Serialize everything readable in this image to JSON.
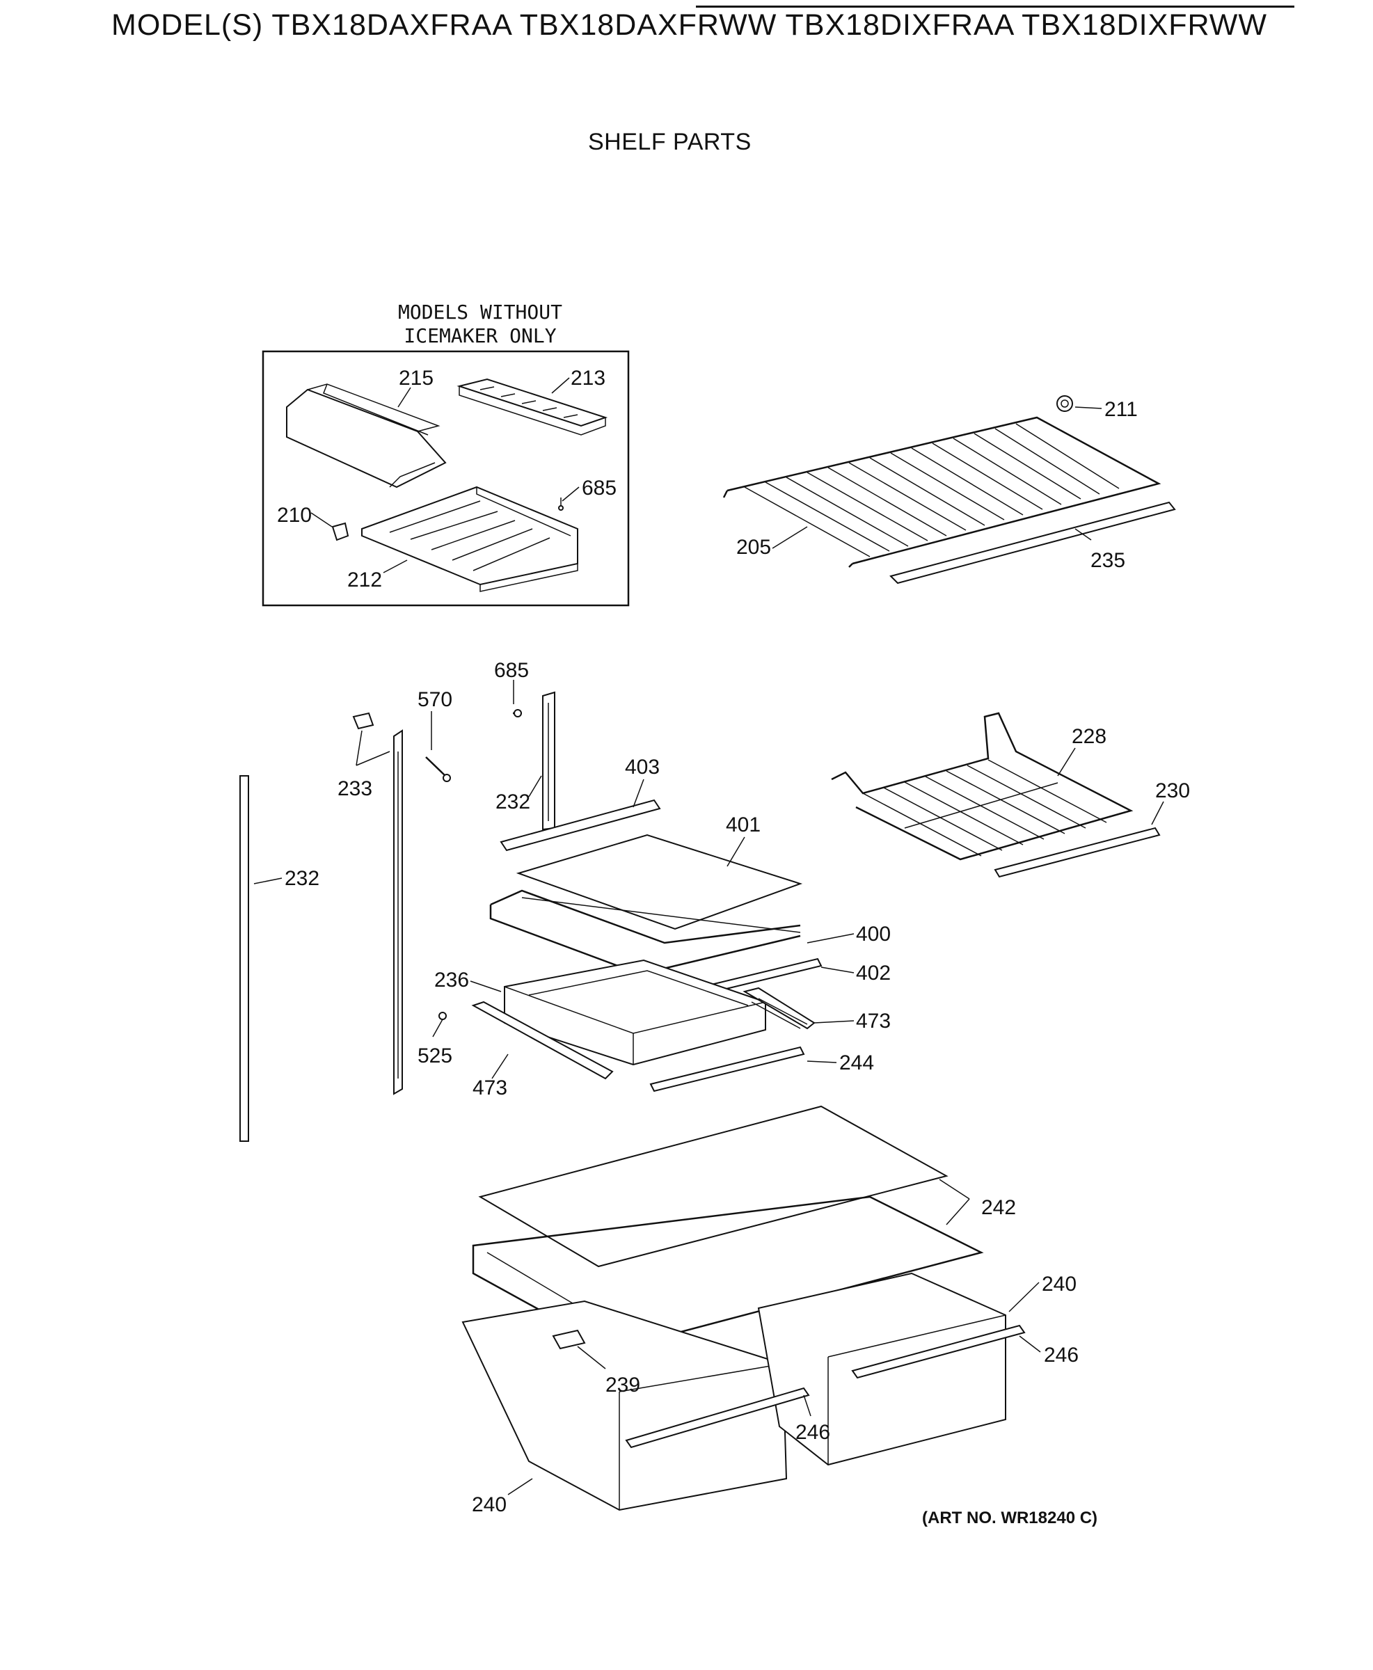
{
  "header": {
    "models": "MODEL(S) TBX18DAXFRAA  TBX18DAXFRWW  TBX18DIXFRAA  TBX18DIXFRWW",
    "section_title": "SHELF PARTS"
  },
  "inset": {
    "note_line1": "MODELS WITHOUT",
    "note_line2": "ICEMAKER ONLY"
  },
  "footer": {
    "art_no": "(ART NO. WR18240 C)"
  },
  "callouts": {
    "c215": "215",
    "c213": "213",
    "c685a": "685",
    "c210": "210",
    "c212": "212",
    "c211": "211",
    "c205": "205",
    "c235": "235",
    "c685b": "685",
    "c570": "570",
    "c233": "233",
    "c232a": "232",
    "c232b": "232",
    "c403": "403",
    "c401": "401",
    "c400": "400",
    "c402": "402",
    "c236": "236",
    "c473a": "473",
    "c473b": "473",
    "c525": "525",
    "c244": "244",
    "c228": "228",
    "c230": "230",
    "c242": "242",
    "c240a": "240",
    "c246a": "246",
    "c239": "239",
    "c246b": "246",
    "c240b": "240"
  }
}
